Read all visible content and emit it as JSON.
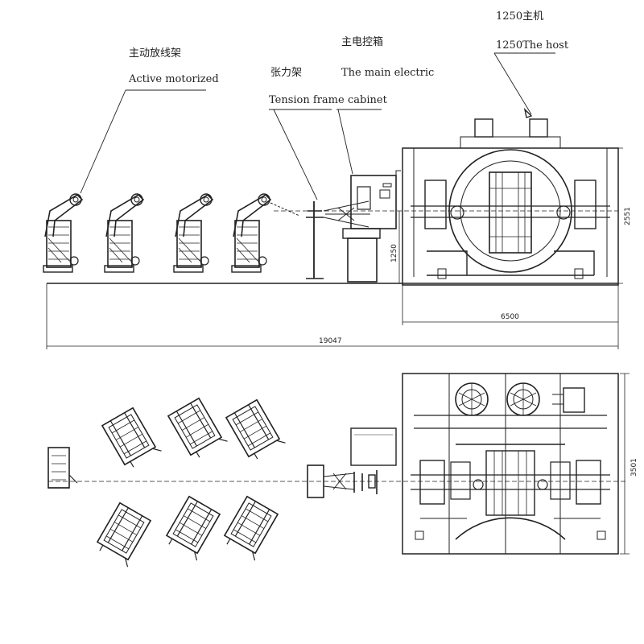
{
  "labels": {
    "payoff": {
      "cn": "主动放线架",
      "en": "Active motorized"
    },
    "tension": {
      "cn": "张力架",
      "en": "Tension frame"
    },
    "cabinet": {
      "cn": "主电控箱",
      "en1": "The main electric",
      "en2": "cabinet"
    },
    "host": {
      "cn": "1250主机",
      "en": "1250The host"
    }
  },
  "dimensions": {
    "host_height": "2551",
    "center_height": "1250",
    "host_length": "6500",
    "total_length": "19047",
    "plan_width": "3501"
  },
  "colors": {
    "line": "#222222",
    "background": "#ffffff"
  }
}
